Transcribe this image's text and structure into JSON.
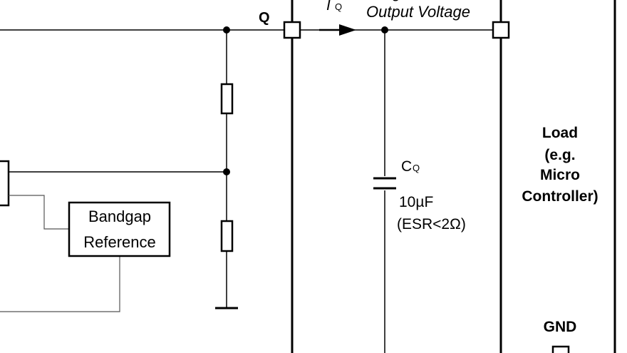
{
  "pin_q": {
    "label": "Q"
  },
  "current": {
    "symbol": "I",
    "subscript": "Q"
  },
  "output_voltage": {
    "partial_text": "g",
    "label": "Output Voltage"
  },
  "capacitor": {
    "name": "C",
    "subscript": "Q",
    "value": "10µF",
    "esr": "(ESR<2Ω)"
  },
  "bandgap": {
    "line1": "Bandgap",
    "line2": "Reference"
  },
  "load": {
    "line1": "Load",
    "line2": "(e.g.",
    "line3": "Micro",
    "line4": "Controller)"
  },
  "gnd": {
    "label": "GND"
  }
}
